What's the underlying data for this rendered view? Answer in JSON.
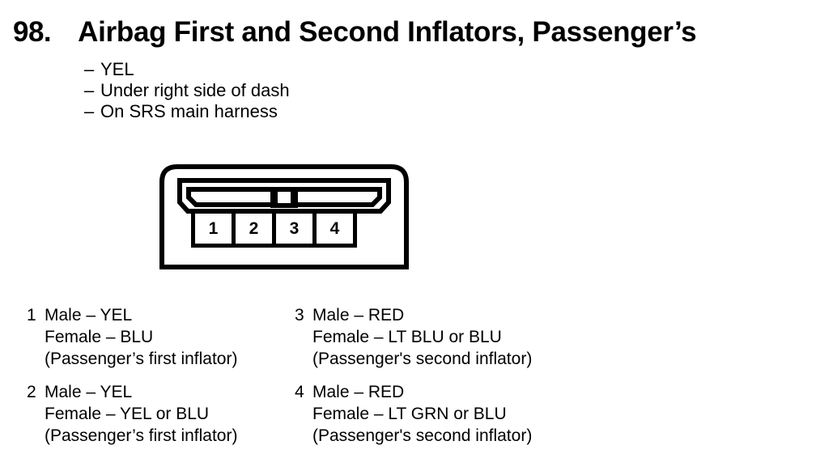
{
  "title": {
    "number": "98.",
    "text": "Airbag First and Second Inflators, Passenger’s"
  },
  "bullets": [
    {
      "dash": "–",
      "text": "YEL"
    },
    {
      "dash": "–",
      "text": "Under right side of dash"
    },
    {
      "dash": "–",
      "text": "On SRS main harness"
    }
  ],
  "connector": {
    "pins": [
      {
        "label": "1"
      },
      {
        "label": "2"
      },
      {
        "label": "3"
      },
      {
        "label": "4"
      }
    ]
  },
  "legend": {
    "left": [
      {
        "number": "1",
        "male": "Male – YEL",
        "female": "Female – BLU",
        "note": "(Passenger’s first inflator)"
      },
      {
        "number": "2",
        "male": "Male – YEL",
        "female": "Female – YEL or BLU",
        "note": "(Passenger’s first inflator)"
      }
    ],
    "right": [
      {
        "number": "3",
        "male": "Male – RED",
        "female": "Female – LT BLU or BLU",
        "note": "(Passenger's second inflator)"
      },
      {
        "number": "4",
        "male": "Male – RED",
        "female": "Female – LT GRN or BLU",
        "note": "(Passenger's second inflator)"
      }
    ]
  },
  "colors": {
    "ink": "#000000",
    "paper": "#ffffff"
  }
}
